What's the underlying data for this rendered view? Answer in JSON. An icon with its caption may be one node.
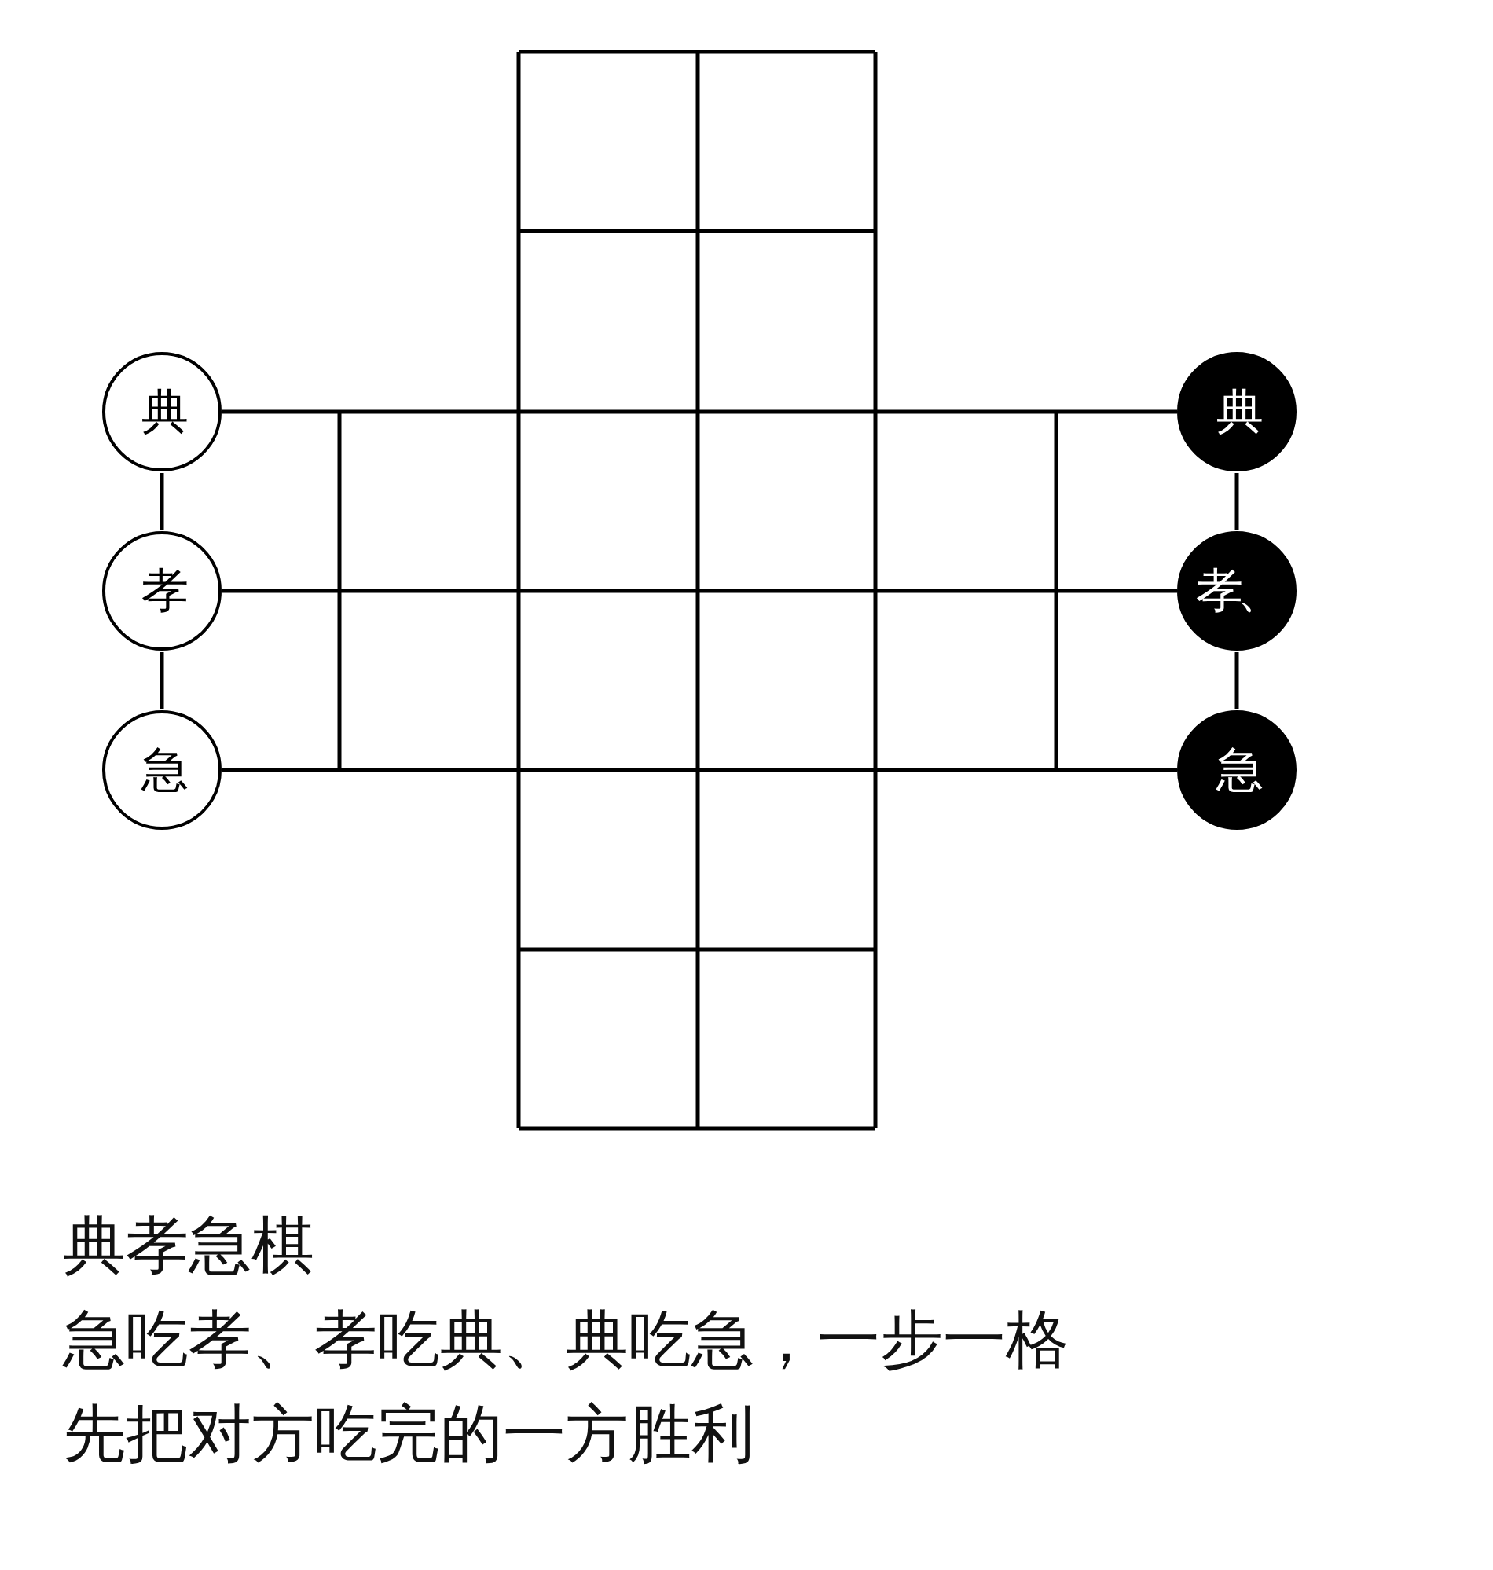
{
  "diagram": {
    "title": "典孝急棋",
    "nodes": [
      {
        "text": [
          "典"
        ]
      },
      {
        "text": [
          "孝"
        ]
      },
      {
        "text": [
          "急"
        ]
      },
      {
        "text": [
          "典"
        ]
      },
      {
        "text": [
          "孝、"
        ]
      },
      {
        "text": [
          "急"
        ]
      }
    ],
    "edges": [
      {
        "from": 0,
        "to": 1,
        "arrow": "none"
      },
      {
        "from": 1,
        "to": 2,
        "arrow": "none"
      },
      {
        "from": 3,
        "to": 4,
        "arrow": "none"
      },
      {
        "from": 4,
        "to": 5,
        "arrow": "none"
      }
    ],
    "labels": [
      "急吃孝、孝吃典、典吃急，一步一格",
      "先把对方吃完的一方胜利"
    ]
  }
}
